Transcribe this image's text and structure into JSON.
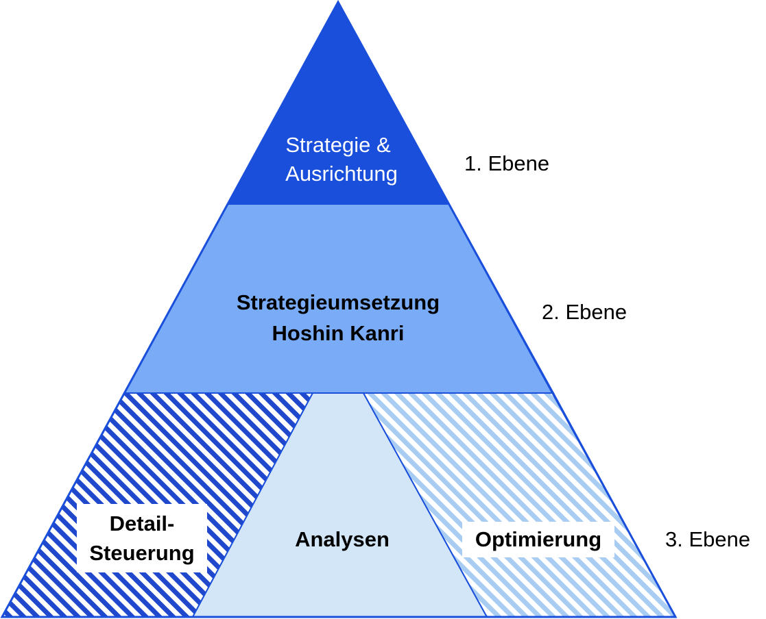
{
  "pyramid": {
    "top": {
      "line1": "Strategie &",
      "line2": "Ausrichtung"
    },
    "middle": {
      "line1": "Strategieumsetzung",
      "line2": "Hoshin Kanri"
    },
    "bottom": {
      "left": {
        "line1": "Detail-",
        "line2": "Steuerung"
      },
      "center": "Analysen",
      "right": "Optimierung"
    }
  },
  "levels": [
    "1. Ebene",
    "2. Ebene",
    "3. Ebene"
  ],
  "colors": {
    "top": "#1a4fdc",
    "middle": "#7aabf7",
    "analysen": "#d3e6f8",
    "stripe_dark": "#1f48cc",
    "stripe_light": "#a9cdf2",
    "outline": "#1a4fdc"
  }
}
